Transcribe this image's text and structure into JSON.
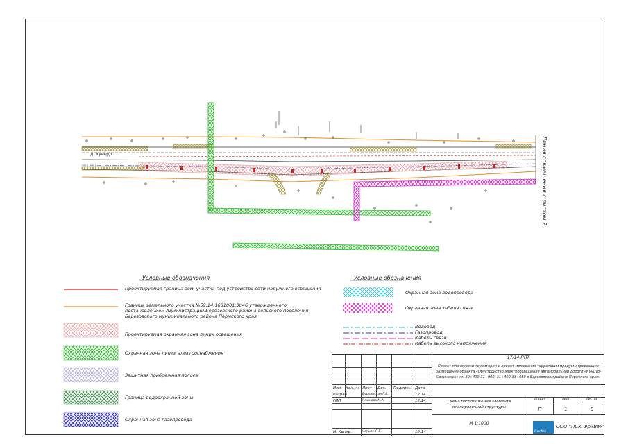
{
  "match_line": "Линия совмещения с листом 2",
  "village_label": "д. Кунцур",
  "legend_left": {
    "title": "Условные обозначения",
    "items": [
      {
        "key": "red-line",
        "text": "Проектируемая граница зем. участка под устройство сети наружного освещения",
        "color": "#cc2222"
      },
      {
        "key": "orange-line",
        "text": "Граница земельного участка №59:14:1681001:3046 утвержденного постановлением Администрации Березовского района сельского поселения Березовского муниципального района Пермского края",
        "color": "#e8892a"
      },
      {
        "key": "pink-hatch",
        "text": "Проектируемая охранная зона линии освещения",
        "color": "#e7a2a2"
      },
      {
        "key": "green-hatch",
        "text": "Охранная зона линии электроснабжения",
        "color": "#2fbf2f"
      },
      {
        "key": "lavender-hatch",
        "text": "Защитная прибрежная полоса",
        "color": "#b7b0d8"
      },
      {
        "key": "darkgreen-hatch",
        "text": "Граница водоохранной зоны",
        "color": "#3e8a4a"
      },
      {
        "key": "blue-hatch",
        "text": "Охранная зона газопровода",
        "color": "#2b2bbd"
      }
    ]
  },
  "legend_right": {
    "title": "Условные обозначения",
    "items": [
      {
        "key": "cyan-hatch",
        "text": "Охранная зона водопровода",
        "color": "#33c3d6"
      },
      {
        "key": "magenta-hatch",
        "text": "Охранная зона кабеля связи",
        "color": "#d330c9"
      }
    ],
    "lines": [
      {
        "key": "water",
        "text": "Водовод",
        "color": "#2bb7c9"
      },
      {
        "key": "gas",
        "text": "Газопровод",
        "color": "#2b2bbd"
      },
      {
        "key": "comm",
        "text": "Кабель связи",
        "color": "#d330c9"
      },
      {
        "key": "hv",
        "text": "Кабель высокого напряжения",
        "color": "#cc2222"
      }
    ]
  },
  "title_block": {
    "code": "17/14-ППТ",
    "project": "Проект планировки территории и проект межевания территории предусматривающие размещение объекта «Обустройство электроосвещения автомобильной дороги «Кунцур-Соликамск» км 30+400-31+000, 31+400-33+050 в Березовском районе Пермского края»",
    "header_cols": [
      "Изм.",
      "Кол.уч.",
      "Лист",
      "Док.",
      "Подпись",
      "Дата"
    ],
    "rows": [
      {
        "role": "Разраб.",
        "name": "Бурлинская Г.В.",
        "date": "12.14"
      },
      {
        "role": "ГИП",
        "name": "Клюнова М.А.",
        "date": "12.14"
      },
      {
        "role": "Н. Контр.",
        "name": "Черняк Л.Б.",
        "date": "12.14"
      }
    ],
    "sheet_title": "Схема расположения элемента планировочной структуры",
    "stage_label": "стадия",
    "sheet_label": "лист",
    "sheets_label": "листов",
    "stage": "П",
    "sheet": "1",
    "sheets": "8",
    "scale": "М 1:1000",
    "company": "ООО \"ПСК ФриВэй\"",
    "logo_text": "FreeWay"
  }
}
